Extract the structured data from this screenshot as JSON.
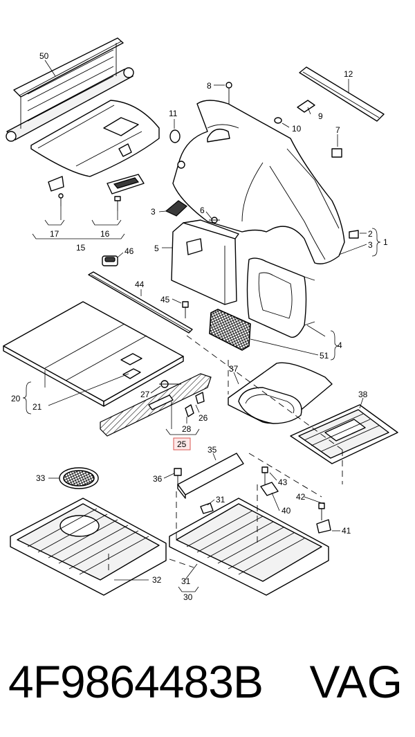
{
  "diagram": {
    "callouts": {
      "c50": "50",
      "c12": "12",
      "c8": "8",
      "c11": "11",
      "c9": "9",
      "c10": "10",
      "c7": "7",
      "c3a": "3",
      "c6": "6",
      "c5": "5",
      "c2": "2",
      "c3b": "3",
      "c1": "1",
      "c17": "17",
      "c16": "16",
      "c15": "15",
      "c46": "46",
      "c44": "44",
      "c45": "45",
      "c4": "4",
      "c51": "51",
      "c37": "37",
      "c38": "38",
      "c20": "20",
      "c21": "21",
      "c27": "27",
      "c26": "26",
      "c28": "28",
      "c25": "25",
      "c35": "35",
      "c33": "33",
      "c36": "36",
      "c43": "43",
      "c31a": "31",
      "c42": "42",
      "c40": "40",
      "c41": "41",
      "c32": "32",
      "c31b": "31",
      "c30": "30"
    },
    "highlighted_callout": "25"
  },
  "footer": {
    "part_number": "4F9864483B",
    "brand": "VAG"
  },
  "colors": {
    "highlight_fill": "#fde8e8",
    "highlight_stroke": "#d9534f"
  }
}
